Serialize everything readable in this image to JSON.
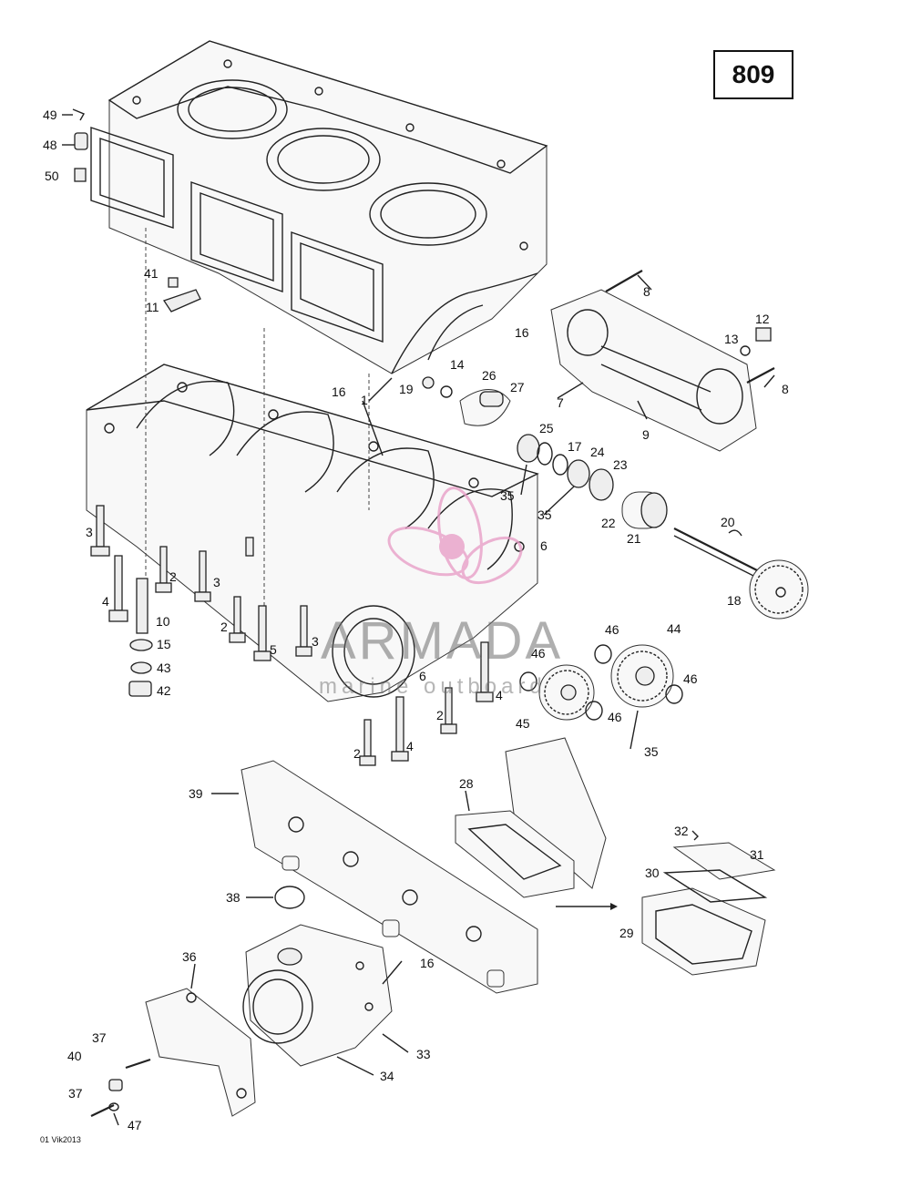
{
  "page_number": "809",
  "footer_code": "01 Vik2013",
  "watermark": {
    "title": "ARMADA",
    "subtitle": "marine outboard"
  },
  "callouts": {
    "c49": "49",
    "c48": "48",
    "c50": "50",
    "c41": "41",
    "c11": "11",
    "c8a": "8",
    "c16a": "16",
    "c12": "12",
    "c13": "13",
    "c8b": "8",
    "c14": "14",
    "c26": "26",
    "c27": "27",
    "c19": "19",
    "c7": "7",
    "c9": "9",
    "c16b": "16",
    "c1": "1",
    "c25": "25",
    "c17": "17",
    "c24": "24",
    "c23": "23",
    "c35a": "35",
    "c35b": "35",
    "c22": "22",
    "c21": "21",
    "c20": "20",
    "c18": "18",
    "c3a": "3",
    "c2a": "2",
    "c3b": "3",
    "c6a": "6",
    "c4a": "4",
    "c10": "10",
    "c15": "15",
    "c43": "43",
    "c42": "42",
    "c2b": "2",
    "c5": "5",
    "c3c": "3",
    "c6b": "6",
    "c46a": "46",
    "c44": "44",
    "c46b": "46",
    "c46c": "46",
    "c4b": "4",
    "c2c": "2",
    "c45": "45",
    "c46d": "46",
    "c35c": "35",
    "c2d": "2",
    "c4c": "4",
    "c39": "39",
    "c28": "28",
    "c32": "32",
    "c31": "31",
    "c30": "30",
    "c38": "38",
    "c29": "29",
    "c36": "36",
    "c16c": "16",
    "c37a": "37",
    "c33": "33",
    "c40": "40",
    "c34": "34",
    "c37b": "37",
    "c47": "47"
  },
  "watermark_colors": {
    "logo": "#e8a0c8",
    "text": "#8a8a8a"
  }
}
